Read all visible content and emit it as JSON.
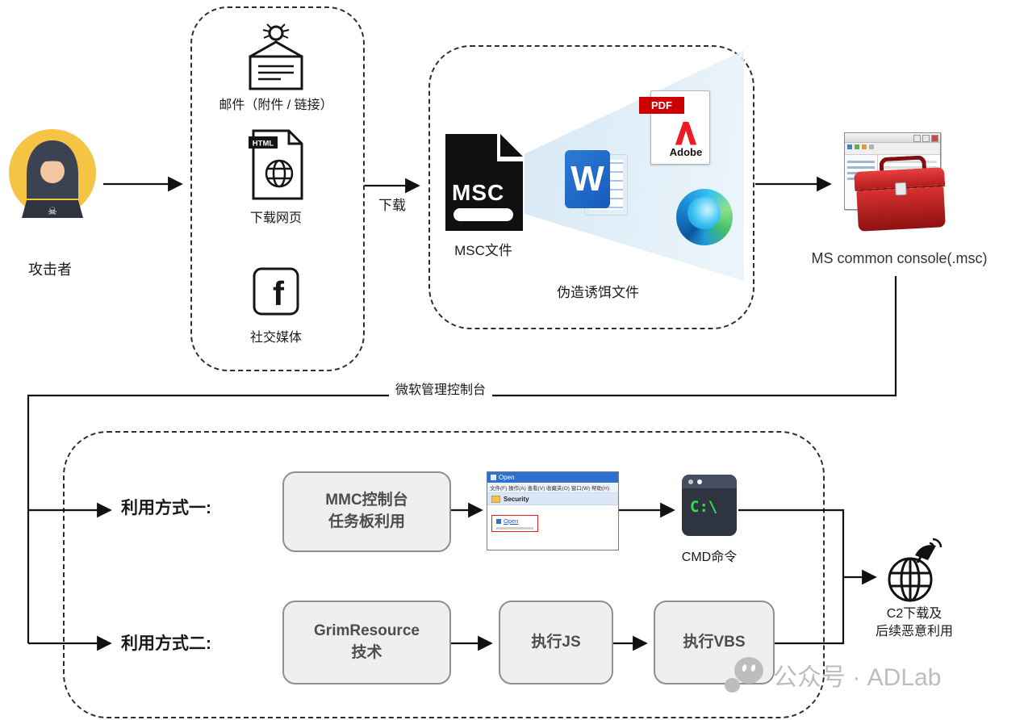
{
  "attacker": {
    "label": "攻击者"
  },
  "delivery": {
    "email_label": "邮件（附件 / 链接）",
    "webpage_label": "下载网页",
    "webpage_badge": "HTML",
    "social_label": "社交媒体",
    "facebook_letter": "f"
  },
  "download_label": "下载",
  "decoy": {
    "msc_text": "MSC",
    "msc_label": "MSC文件",
    "word_letter": "W",
    "pdf_badge": "PDF",
    "adobe_label": "Adobe",
    "label": "伪造诱饵文件"
  },
  "console": {
    "label": "MS common console(.msc)"
  },
  "mmc_label": "微软管理控制台",
  "method1": {
    "title": "利用方式一:",
    "box_label": "MMC控制台\n任务板利用",
    "dialog": {
      "title": "Open",
      "menu": "文件(F)  操作(A)  查看(V)  收藏夹(O)  窗口(W)  帮助(H)",
      "folder": "Security",
      "link": "Open"
    },
    "terminal_text": "C:\\",
    "cmd_label": "CMD命令"
  },
  "method2": {
    "title": "利用方式二:",
    "grim_label": "GrimResource\n技术",
    "js_label": "执行JS",
    "vbs_label": "执行VBS"
  },
  "c2": {
    "label": "C2下载及\n后续恶意利用"
  },
  "watermark": {
    "label": "公众号 · ADLab"
  },
  "colors": {
    "toolbox_red": "#C1272D",
    "word_blue": "#185ABD",
    "pdf_red": "#CC0000",
    "terminal_green": "#35E04A",
    "funnel_blue": "#D2E6F4",
    "watermark_grey": "#BDBDBD"
  }
}
